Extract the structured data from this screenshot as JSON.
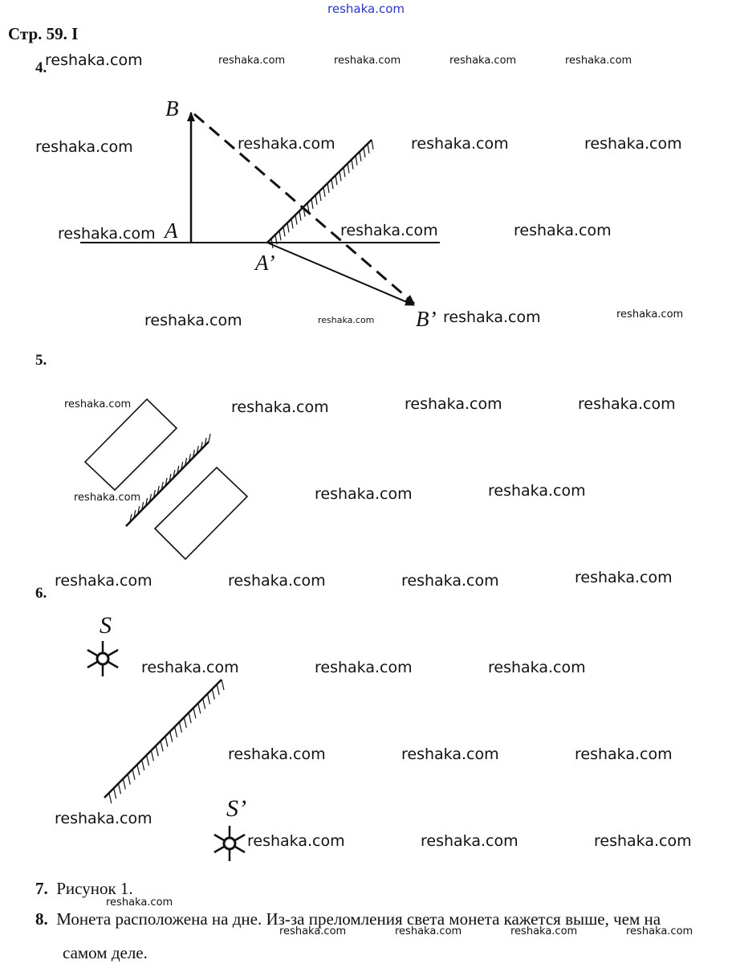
{
  "site_watermark": "reshaka.com",
  "header": {
    "title": "Стр. 59. I"
  },
  "watermark": "reshaka.com",
  "tasks": {
    "t4": {
      "number": "4.",
      "labels": {
        "B": "B",
        "A": "A",
        "A_prime": "A’",
        "B_prime": "B’"
      }
    },
    "t5": {
      "number": "5."
    },
    "t6": {
      "number": "6.",
      "labels": {
        "S": "S",
        "S_prime": "S’"
      }
    },
    "t7": {
      "number": "7.",
      "text": "Рисунок 1."
    },
    "t8": {
      "number": "8.",
      "text_line1": "Монета расположена на дне. Из-за преломления света монета кажется выше, чем на",
      "text_line2": "самом деле."
    }
  }
}
